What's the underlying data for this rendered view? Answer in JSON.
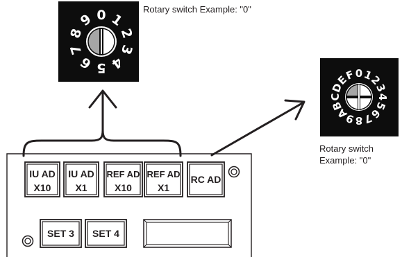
{
  "switch_large": {
    "caption": "Rotary switch Example: \"0\"",
    "digits": [
      "0",
      "1",
      "2",
      "3",
      "4",
      "5",
      "6",
      "7",
      "8",
      "9"
    ]
  },
  "switch_small": {
    "caption_line1": "Rotary switch",
    "caption_line2": "Example: \"0\"",
    "digits": [
      "0",
      "1",
      "2",
      "3",
      "4",
      "5",
      "6",
      "7",
      "8",
      "9",
      "A",
      "B",
      "C",
      "D",
      "E",
      "F"
    ]
  },
  "panel": {
    "row1": [
      {
        "line1": "IU AD",
        "line2": "X10"
      },
      {
        "line1": "IU AD",
        "line2": "X1"
      },
      {
        "line1": "REF AD",
        "line2": "X10"
      },
      {
        "line1": "REF AD",
        "line2": "X1"
      }
    ],
    "rc_ad": "RC AD",
    "row2": [
      "SET 3",
      "SET 4"
    ]
  },
  "colors": {
    "ink": "#231f20",
    "switch_bg": "#0d0d0d",
    "knob_gray": "#a6a6a6"
  }
}
